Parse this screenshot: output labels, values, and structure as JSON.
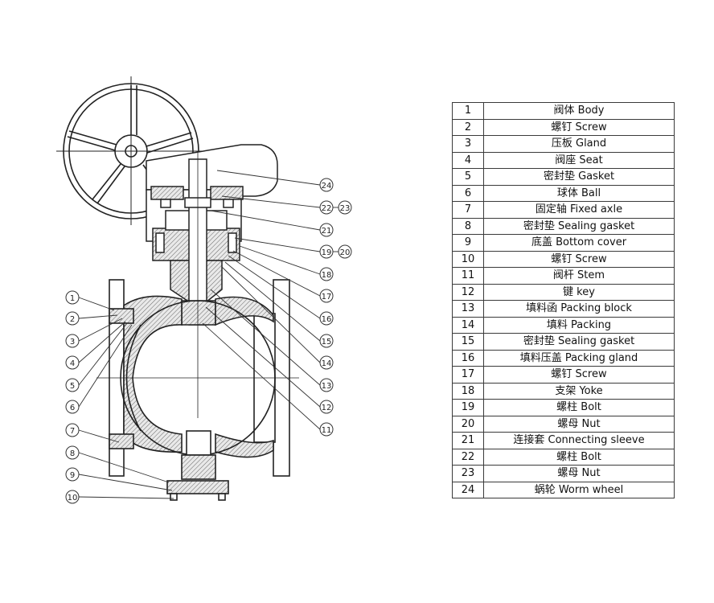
{
  "diagram": {
    "callouts_left": [
      "1",
      "2",
      "3",
      "4",
      "5",
      "6",
      "7",
      "8",
      "9",
      "10"
    ],
    "callouts_right": [
      "24",
      "22",
      "23",
      "21",
      "19",
      "20",
      "18",
      "17",
      "16",
      "15",
      "14",
      "13",
      "12",
      "11"
    ]
  },
  "parts": [
    {
      "no": "1",
      "name": "阀体 Body"
    },
    {
      "no": "2",
      "name": "螺钉 Screw"
    },
    {
      "no": "3",
      "name": "压板 Gland"
    },
    {
      "no": "4",
      "name": "阀座 Seat"
    },
    {
      "no": "5",
      "name": "密封垫 Gasket"
    },
    {
      "no": "6",
      "name": "球体 Ball"
    },
    {
      "no": "7",
      "name": "固定轴 Fixed axle"
    },
    {
      "no": "8",
      "name": "密封垫 Sealing gasket"
    },
    {
      "no": "9",
      "name": "底盖 Bottom cover"
    },
    {
      "no": "10",
      "name": "螺钉 Screw"
    },
    {
      "no": "11",
      "name": "阀杆 Stem"
    },
    {
      "no": "12",
      "name": "键 key"
    },
    {
      "no": "13",
      "name": "填料函 Packing block"
    },
    {
      "no": "14",
      "name": "填料 Packing"
    },
    {
      "no": "15",
      "name": "密封垫 Sealing gasket"
    },
    {
      "no": "16",
      "name": "填料压盖 Packing gland"
    },
    {
      "no": "17",
      "name": "螺钉 Screw"
    },
    {
      "no": "18",
      "name": "支架 Yoke"
    },
    {
      "no": "19",
      "name": "螺柱 Bolt"
    },
    {
      "no": "20",
      "name": "螺母 Nut"
    },
    {
      "no": "21",
      "name": "连接套 Connecting sleeve"
    },
    {
      "no": "22",
      "name": "螺柱 Bolt"
    },
    {
      "no": "23",
      "name": "螺母 Nut"
    },
    {
      "no": "24",
      "name": "蜗轮 Worm wheel"
    }
  ]
}
